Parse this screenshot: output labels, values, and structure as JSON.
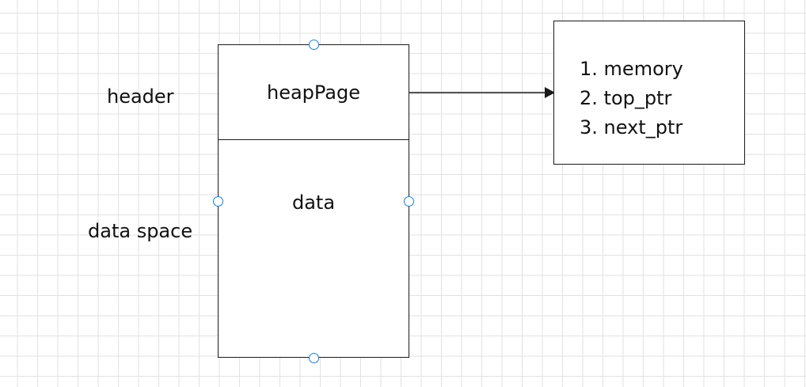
{
  "labels": {
    "header": "header",
    "data_space": "data space"
  },
  "block": {
    "top_section": "heapPage",
    "bottom_section": "data"
  },
  "fields": [
    {
      "number": "1.",
      "name": "memory"
    },
    {
      "number": "2.",
      "name": "top_ptr"
    },
    {
      "number": "3.",
      "name": "next_ptr"
    }
  ],
  "colors": {
    "stroke": "#1a1a1a",
    "handle": "#1a7fd6",
    "grid": "#e2e2e2"
  }
}
